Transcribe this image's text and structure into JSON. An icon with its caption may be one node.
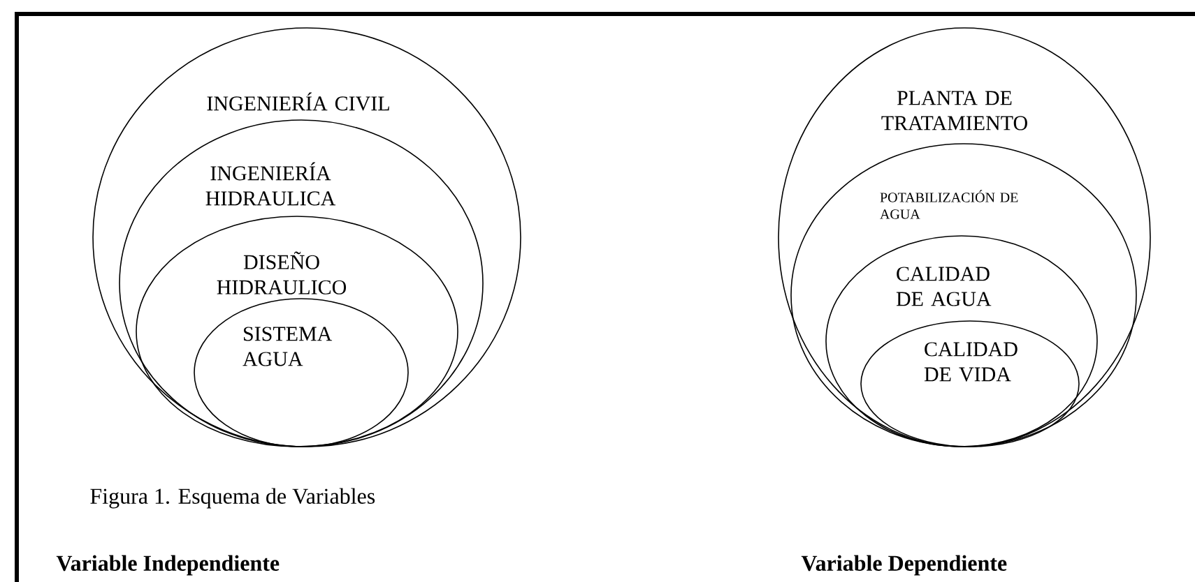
{
  "diagram": {
    "caption": "Figura 1. Esquema de Variables",
    "nodes": [
      {
        "text": [
          "INGENIERÍA CIVIL"
        ]
      },
      {
        "text": [
          "INGENIERÍA HIDRAULICA"
        ],
        "in": 0
      },
      {
        "text": [
          "DISEÑO HIDRAULICO"
        ],
        "in": 1
      },
      {
        "text": [
          "SISTEMA AGUA"
        ],
        "in": 2
      },
      {
        "text": [
          "PLANTA DE TRATAMIENTO"
        ]
      },
      {
        "text": [
          "POTABILIZACIÓN DE AGUA"
        ],
        "in": 4
      },
      {
        "text": [
          "CALIDAD DE AGUA"
        ],
        "in": 5
      },
      {
        "text": [
          "CALIDAD DE VIDA"
        ],
        "in": 6
      }
    ],
    "labels": [
      "Variable Independiente",
      "Variable Dependiente"
    ]
  }
}
